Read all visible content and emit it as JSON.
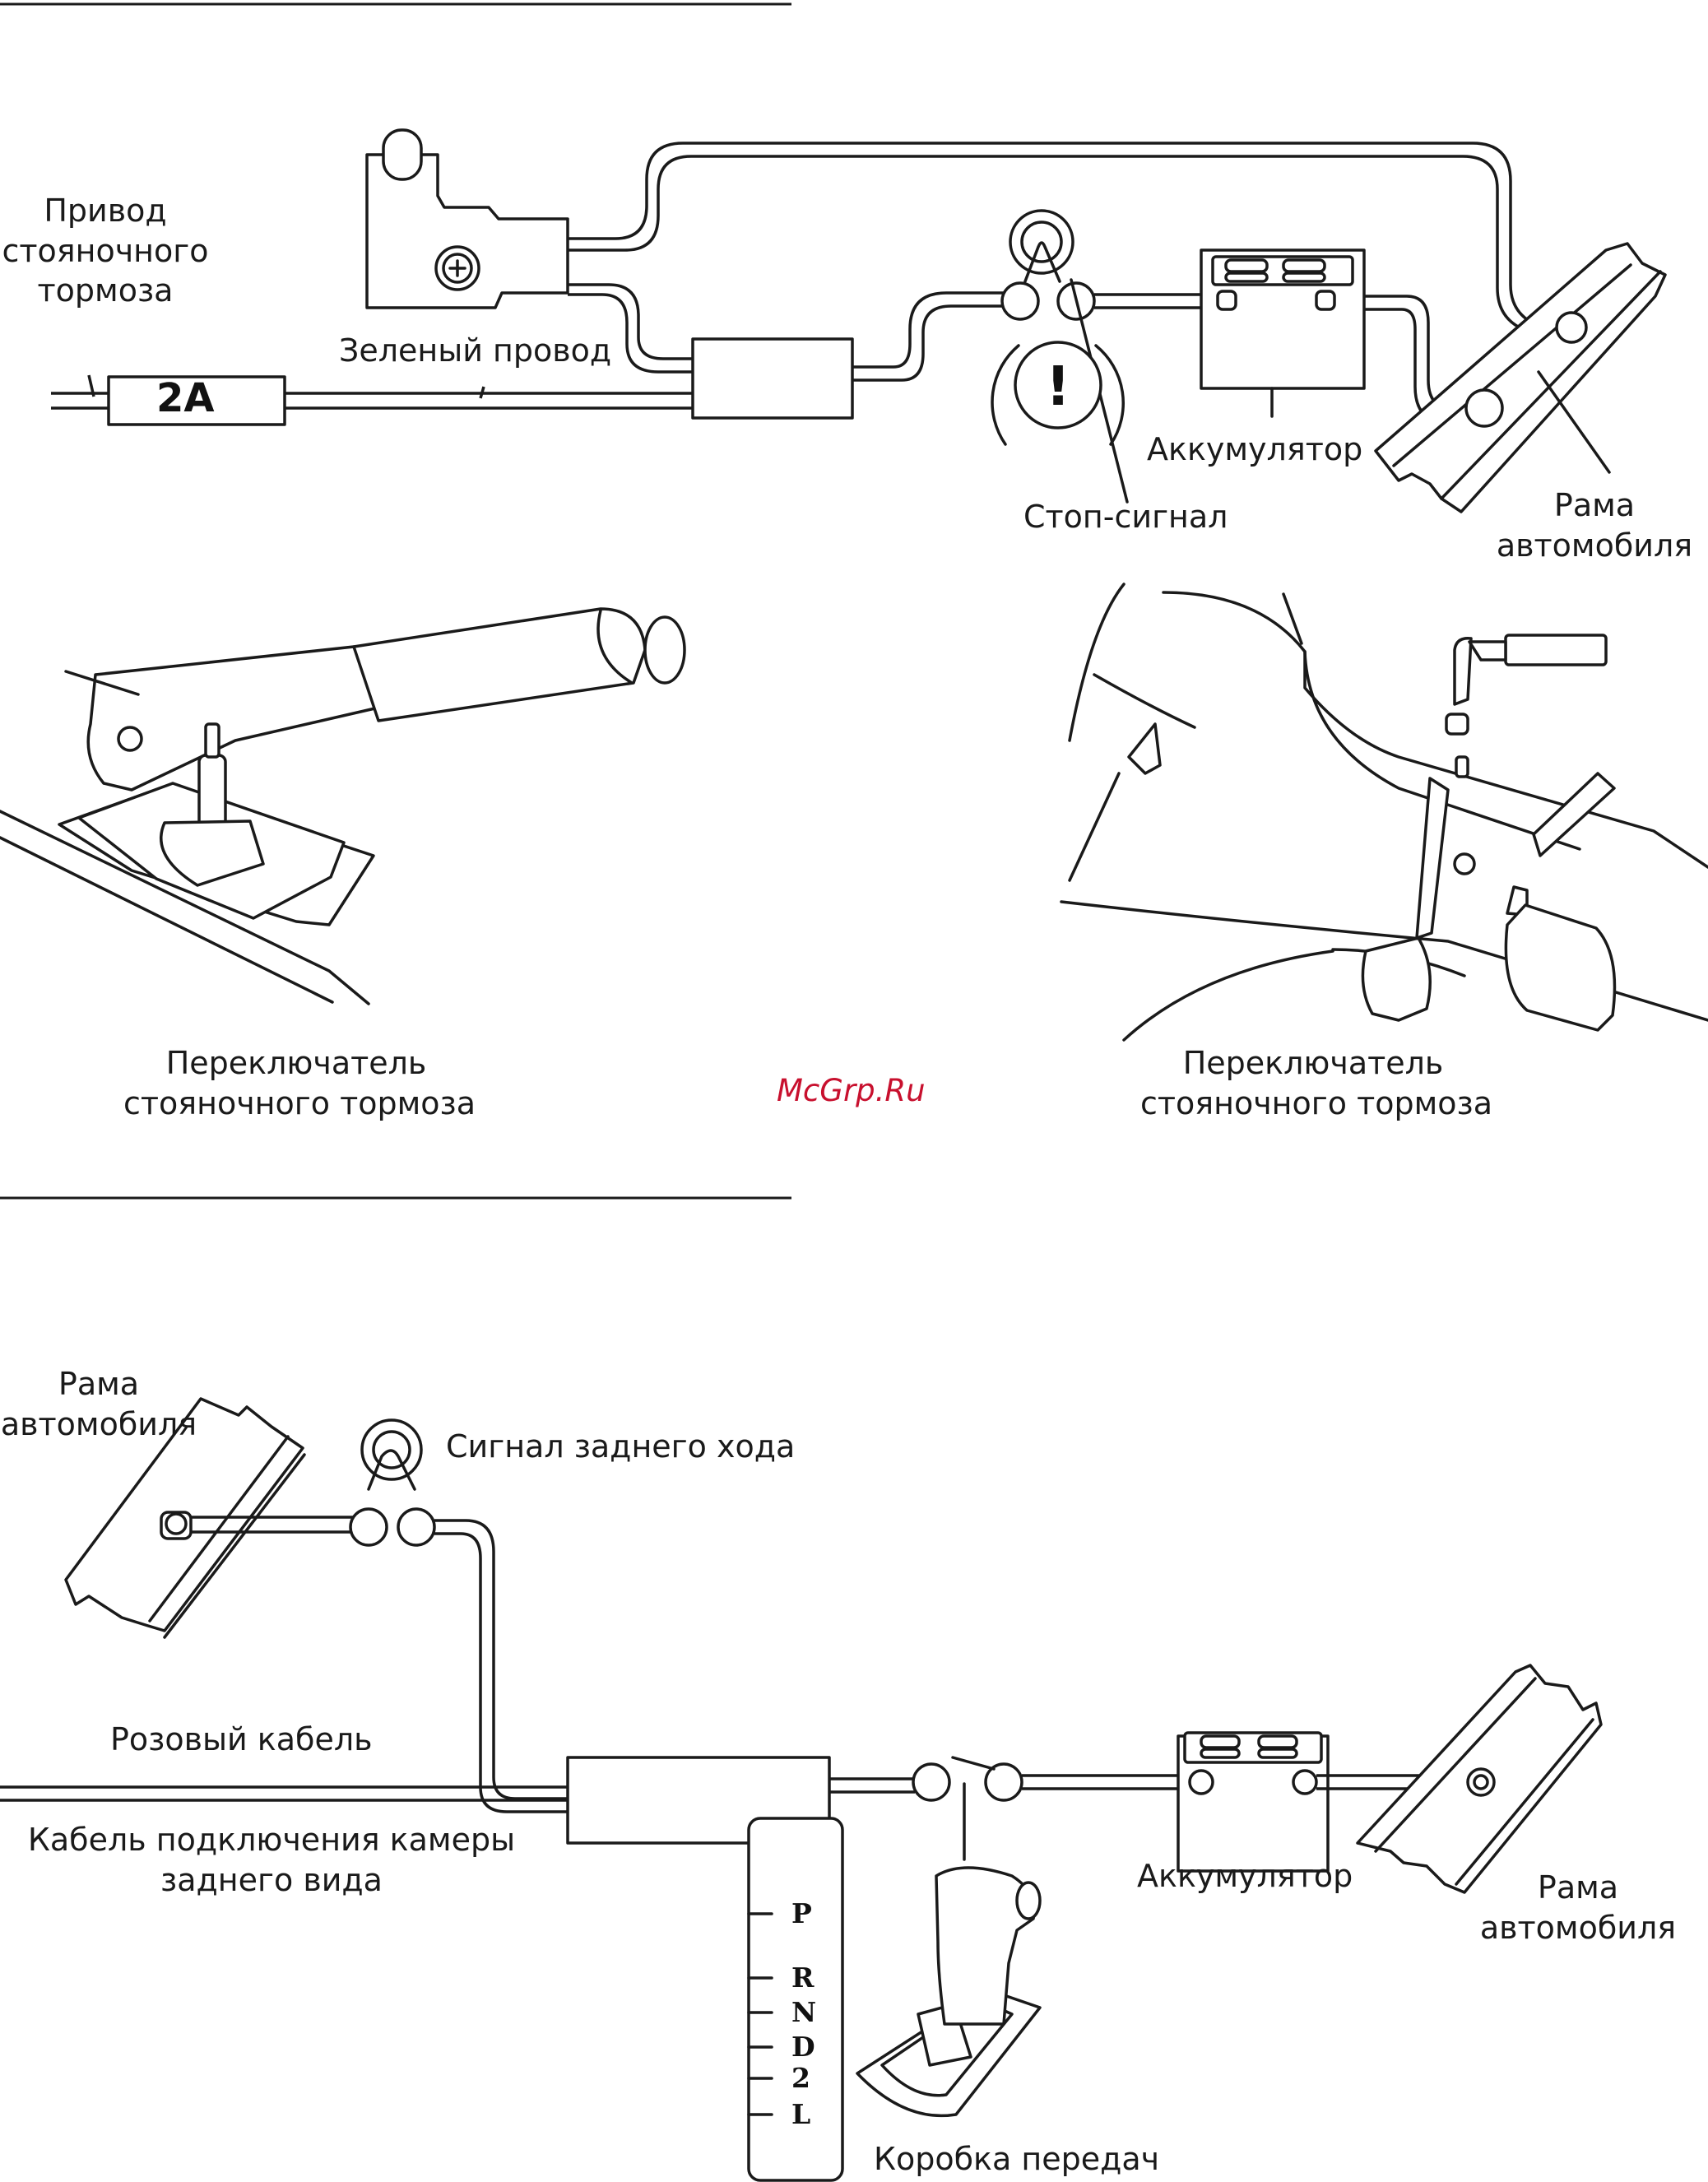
{
  "watermark": {
    "text": "McGrp.Ru",
    "color": "#c8102e"
  },
  "parking_brake_diagram": {
    "labels": {
      "actuator": [
        "Привод",
        "стояночного",
        "тормоза"
      ],
      "green_wire": "Зеленый провод",
      "fuse": "2A",
      "battery": "Аккумулятор",
      "stop_signal": "Стоп-сигнал",
      "frame": [
        "Рама",
        "автомобиля"
      ]
    },
    "lamp_symbol": "!",
    "switches": [
      {
        "caption": [
          "Переключатель",
          "стояночного тормоза"
        ],
        "type": "hand-lever"
      },
      {
        "caption": [
          "Переключатель",
          "стояночного тормоза"
        ],
        "type": "foot-pedal"
      }
    ]
  },
  "reverse_camera_diagram": {
    "labels": {
      "frame_left": [
        "Рама",
        "автомобиля"
      ],
      "reverse_signal": "Сигнал заднего хода",
      "pink_cable": "Розовый кабель",
      "camera_cable": [
        "Кабель подключения камеры",
        "заднего вида"
      ],
      "battery": "Аккумулятор",
      "frame_right": [
        "Рама",
        "автомобиля"
      ],
      "gearbox": "Коробка передач"
    },
    "gear_positions": [
      "P",
      "R",
      "N",
      "D",
      "2",
      "L"
    ]
  }
}
